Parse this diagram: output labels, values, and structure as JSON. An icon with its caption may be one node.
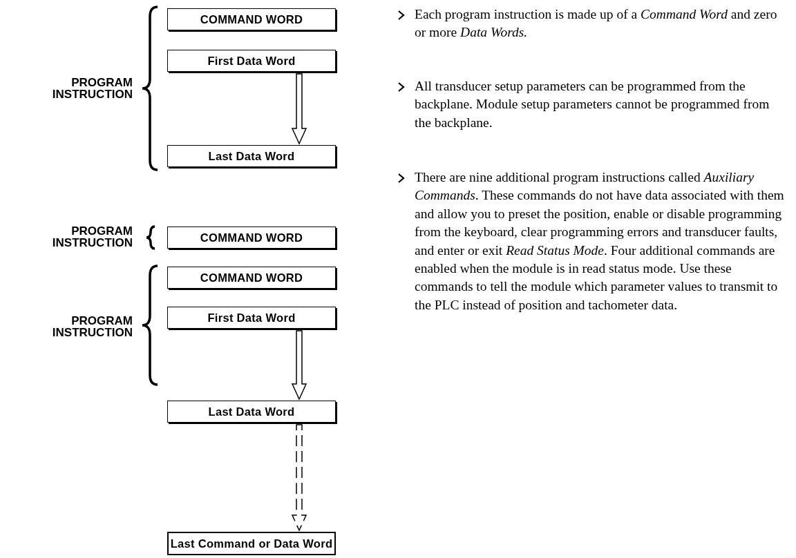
{
  "diagram": {
    "nodes": [
      {
        "text": [
          "COMMAND WORD"
        ]
      },
      {
        "text": [
          "First Data Word"
        ]
      },
      {
        "text": [
          "Last Data Word"
        ]
      },
      {
        "text": [
          "COMMAND WORD"
        ]
      },
      {
        "text": [
          "COMMAND WORD"
        ]
      },
      {
        "text": [
          "First Data Word"
        ]
      },
      {
        "text": [
          "Last Data Word"
        ]
      },
      {
        "text": [
          "Last Command or Data Word"
        ]
      }
    ],
    "edges": [
      {
        "from": 1,
        "to": 2,
        "arrow": "to"
      },
      {
        "from": 5,
        "to": 6,
        "arrow": "to"
      },
      {
        "from": 6,
        "to": 7,
        "arrow": "to",
        "style": "dashed"
      }
    ],
    "labels": [
      "PROGRAM INSTRUCTION",
      "PROGRAM INSTRUCTION",
      "PROGRAM INSTRUCTION",
      "Each program instruction is made up of a *Command Word* and zero or more *Data Words.*",
      "All transducer setup parameters can be programmed from the backplane. Module setup parameters cannot be programmed from the backplane.",
      "There are nine additional program instructions called *Auxiliary Commands*.  These commands do not have data associated with them and allow you to preset the position, enable or disable programming from the keyboard, clear programming errors and transducer faults, and enter or exit *Read Status Mode*. Four additional commands are enabled when the module is in read status mode.  Use these commands to tell the  module which parameter values to transmit to the PLC instead of position and tachometer data."
    ]
  }
}
